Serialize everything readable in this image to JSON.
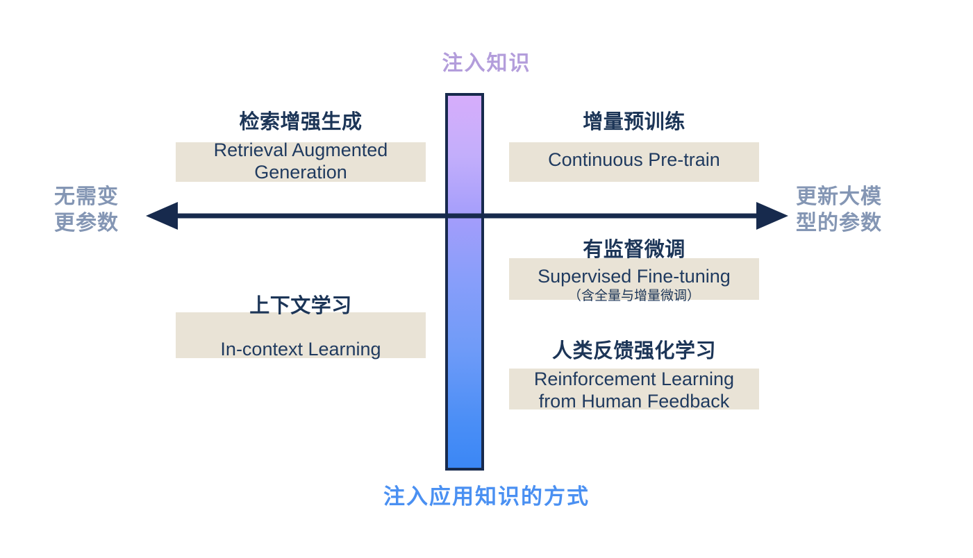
{
  "diagram": {
    "title_top": "注入知识",
    "title_bottom": "注入应用知识的方式",
    "axis_left": "无需变\n更参数",
    "axis_right": "更新大模\n型的参数",
    "colors": {
      "top_label": "#b39ddb",
      "bottom_label": "#4a90f2",
      "axis_label": "#8496b4",
      "text_dark": "#1c3557",
      "band": "#e9e3d6",
      "arrow": "#172a4d",
      "bar_gradient_top": "#d6adfb",
      "bar_gradient_bottom": "#3b87f5"
    },
    "quadrants": {
      "top_left": {
        "cn": "检索增强生成",
        "en": "Retrieval Augmented\nGeneration"
      },
      "top_right": {
        "cn": "增量预训练",
        "en": "Continuous Pre-train"
      },
      "bottom_left": {
        "cn": "上下文学习",
        "en": "In-context Learning"
      },
      "middle_right": {
        "cn": "有监督微调",
        "en": "Supervised Fine-tuning",
        "note": "（含全量与增量微调）"
      },
      "bottom_right": {
        "cn": "人类反馈强化学习",
        "en": "Reinforcement Learning\nfrom Human Feedback"
      }
    }
  }
}
